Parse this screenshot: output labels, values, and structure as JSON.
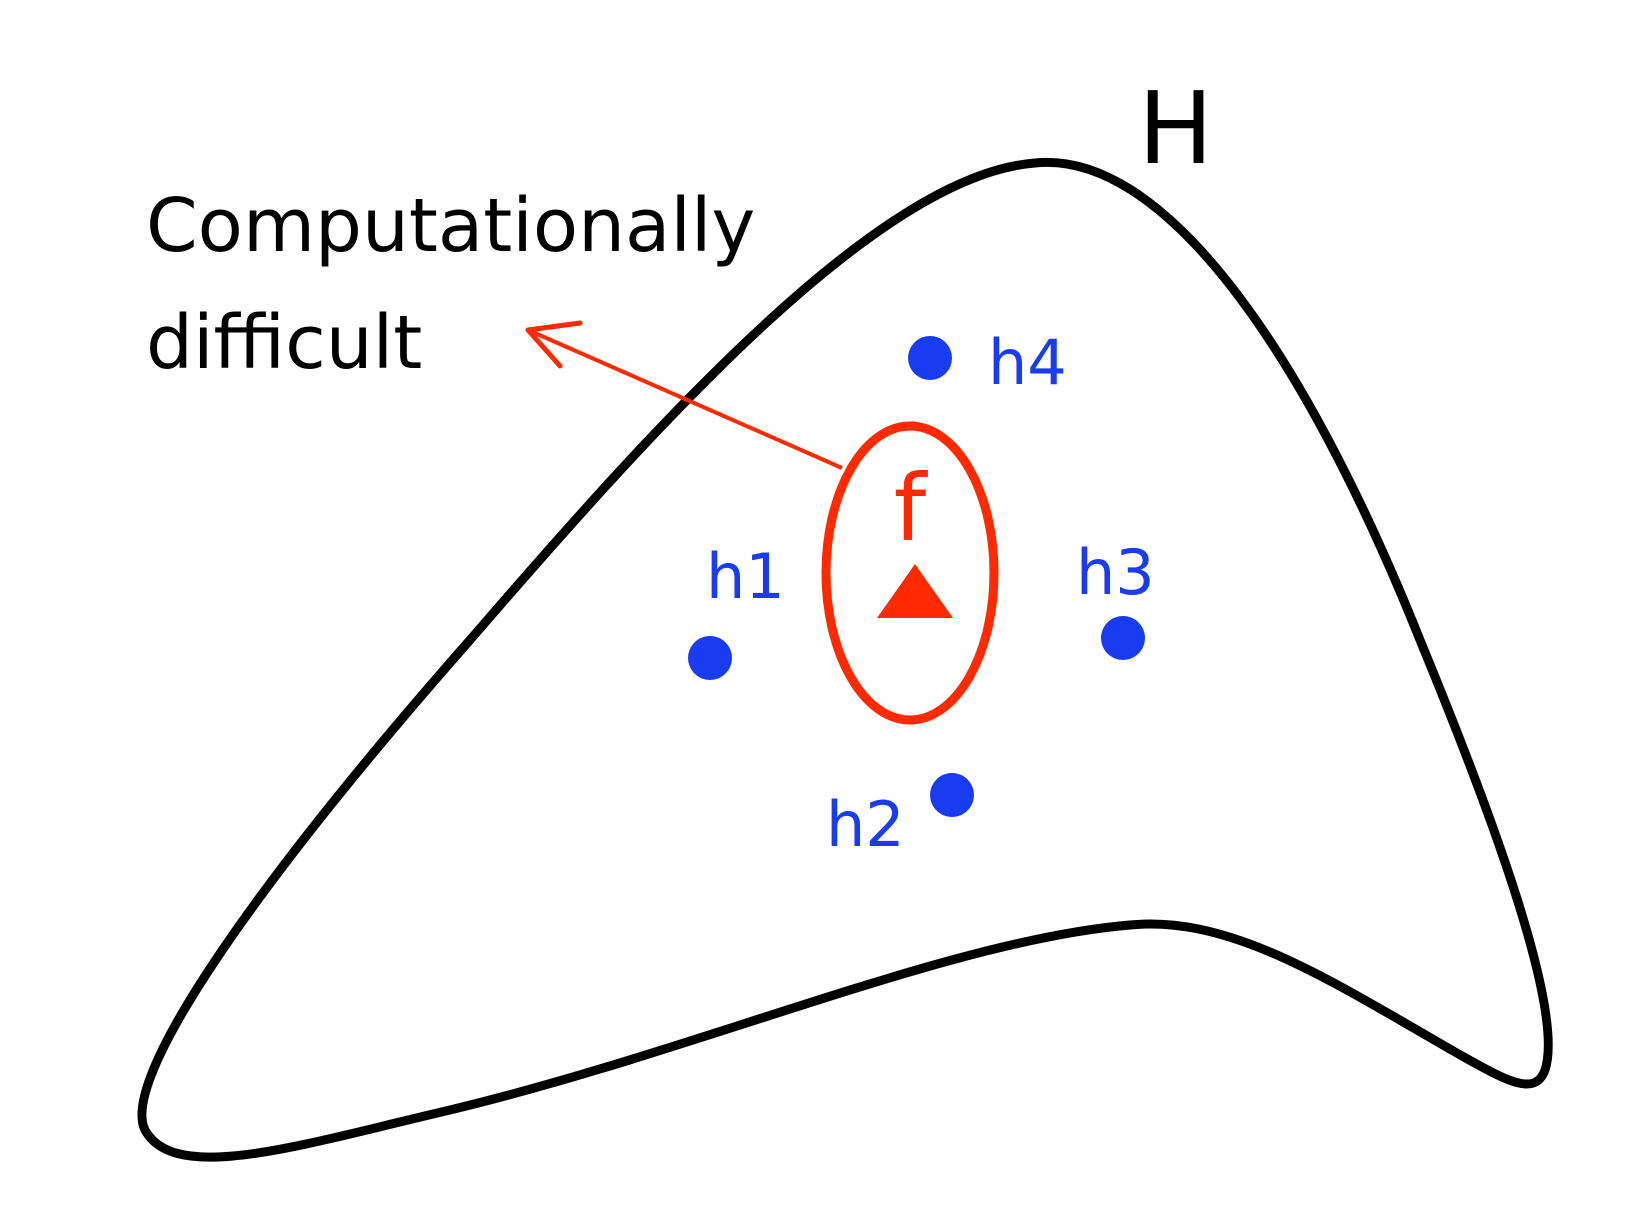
{
  "set_label": "H",
  "annotation": {
    "line1": "Computationally",
    "line2": "difficult"
  },
  "target": {
    "label": "f"
  },
  "hypotheses": [
    {
      "label": "h1"
    },
    {
      "label": "h2"
    },
    {
      "label": "h3"
    },
    {
      "label": "h4"
    }
  ],
  "colors": {
    "outline": "#000000",
    "target": "#ff2a00",
    "hypothesis": "#1a3cf0",
    "background": "#ffffff"
  },
  "icons": {
    "target_marker": "triangle",
    "hypothesis_marker": "dot",
    "annotation_pointer": "arrow"
  }
}
